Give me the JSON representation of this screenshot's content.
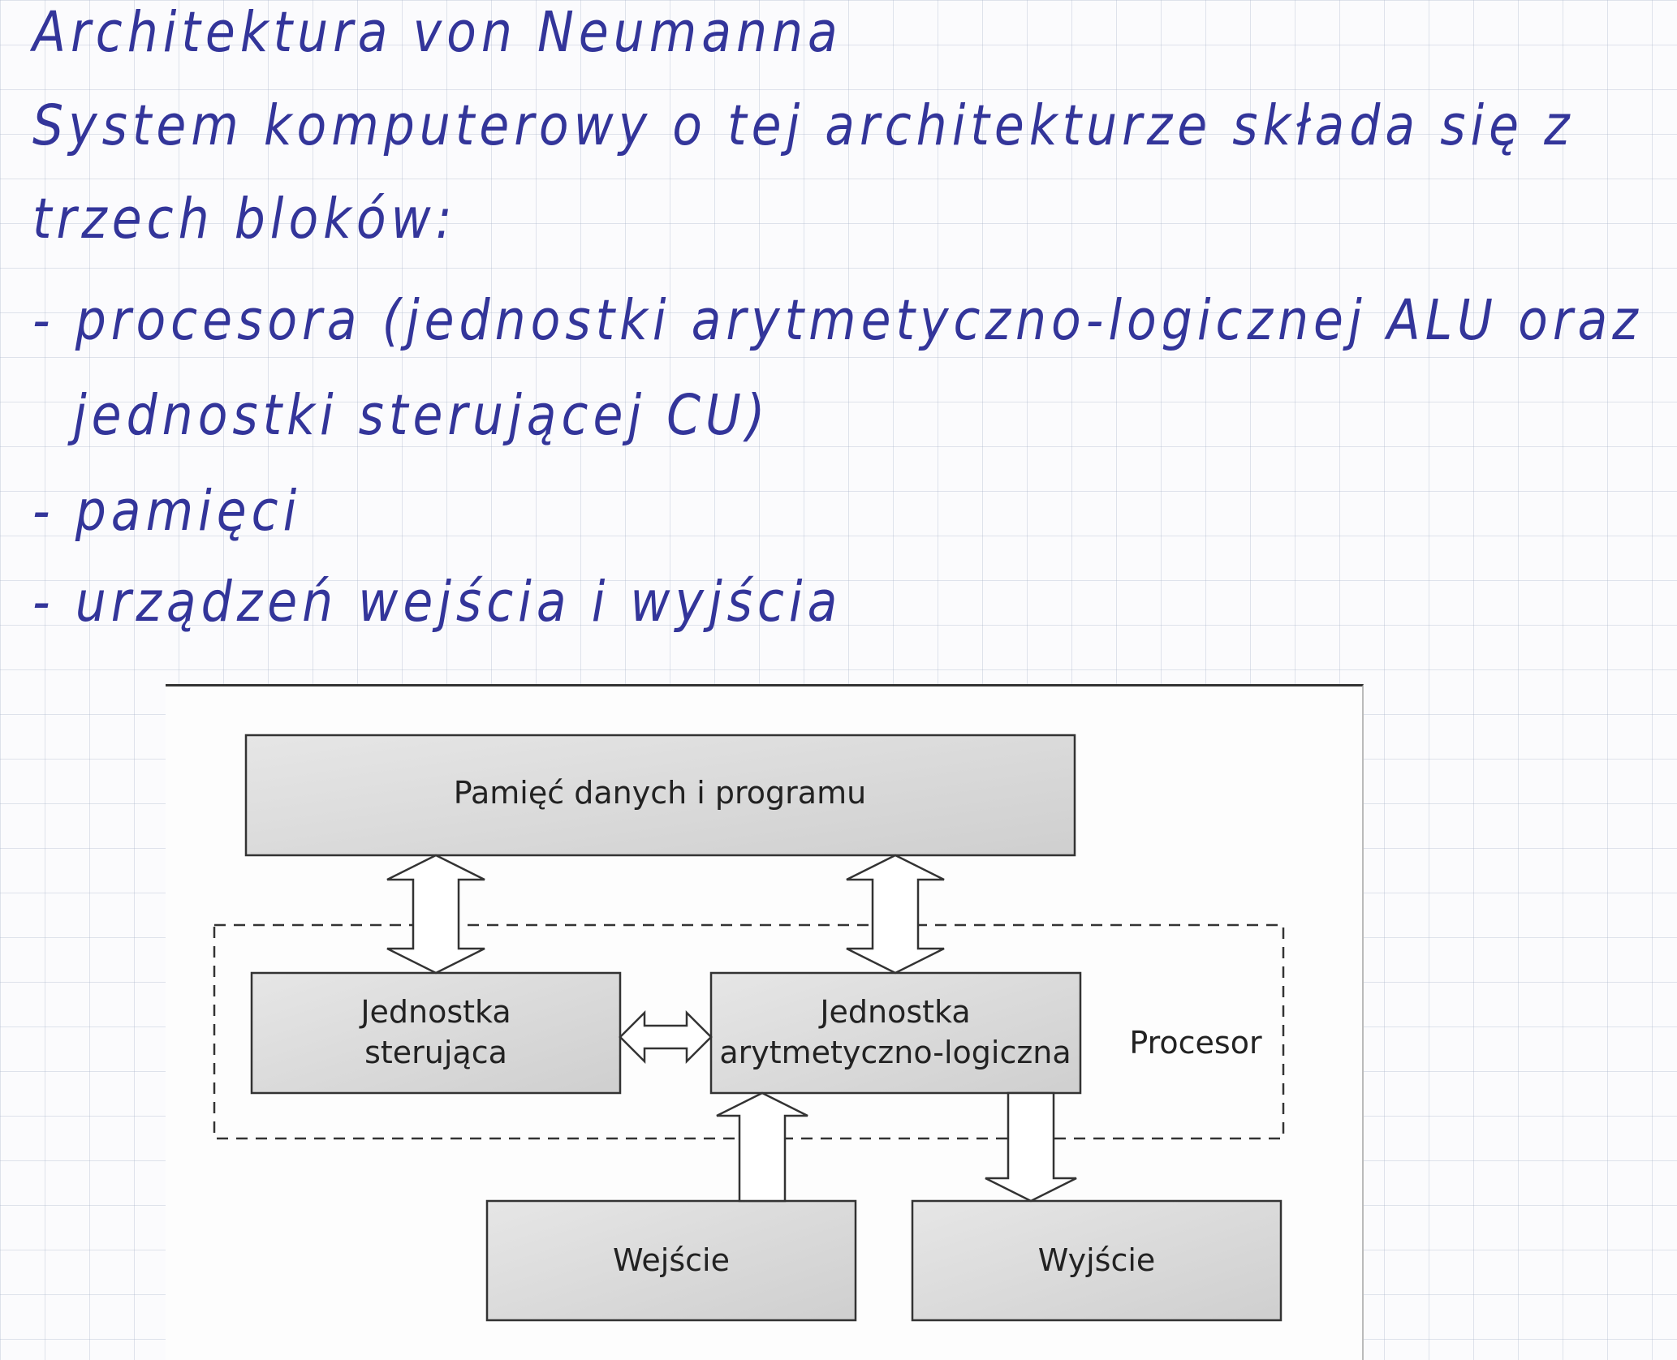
{
  "notes": {
    "title": "Architektura von Neumanna",
    "lines": [
      "System komputerowy o tej architekturze składa się z",
      "trzech bloków:",
      "- procesora (jednostki arytmetyczno-logicznej ALU oraz",
      "jednostki sterującej CU)",
      "- pamięci",
      "- urządzeń wejścia i wyjścia"
    ]
  },
  "diagram": {
    "memory": "Pamięć danych i programu",
    "control_unit": [
      "Jednostka",
      "sterująca"
    ],
    "alu": [
      "Jednostka",
      "arytmetyczno-logiczna"
    ],
    "processor_label": "Procesor",
    "input": "Wejście",
    "output": "Wyjście"
  }
}
